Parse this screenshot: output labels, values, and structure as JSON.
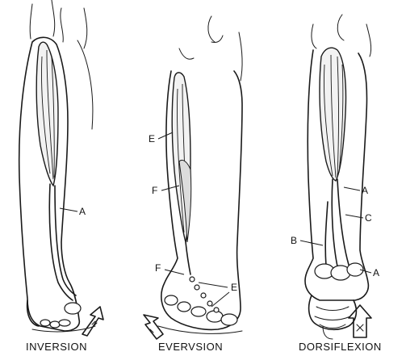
{
  "figures": [
    {
      "caption": "INVERSION",
      "labels": {
        "a": "A"
      }
    },
    {
      "caption": "EVERVSION",
      "labels": {
        "e_upper": "E",
        "f_upper": "F",
        "f_lower": "F",
        "e_lower": "E"
      }
    },
    {
      "caption": "DORSIFLEXION",
      "labels": {
        "a_upper": "A",
        "c": "C",
        "b": "B",
        "a_lower": "A"
      }
    }
  ]
}
